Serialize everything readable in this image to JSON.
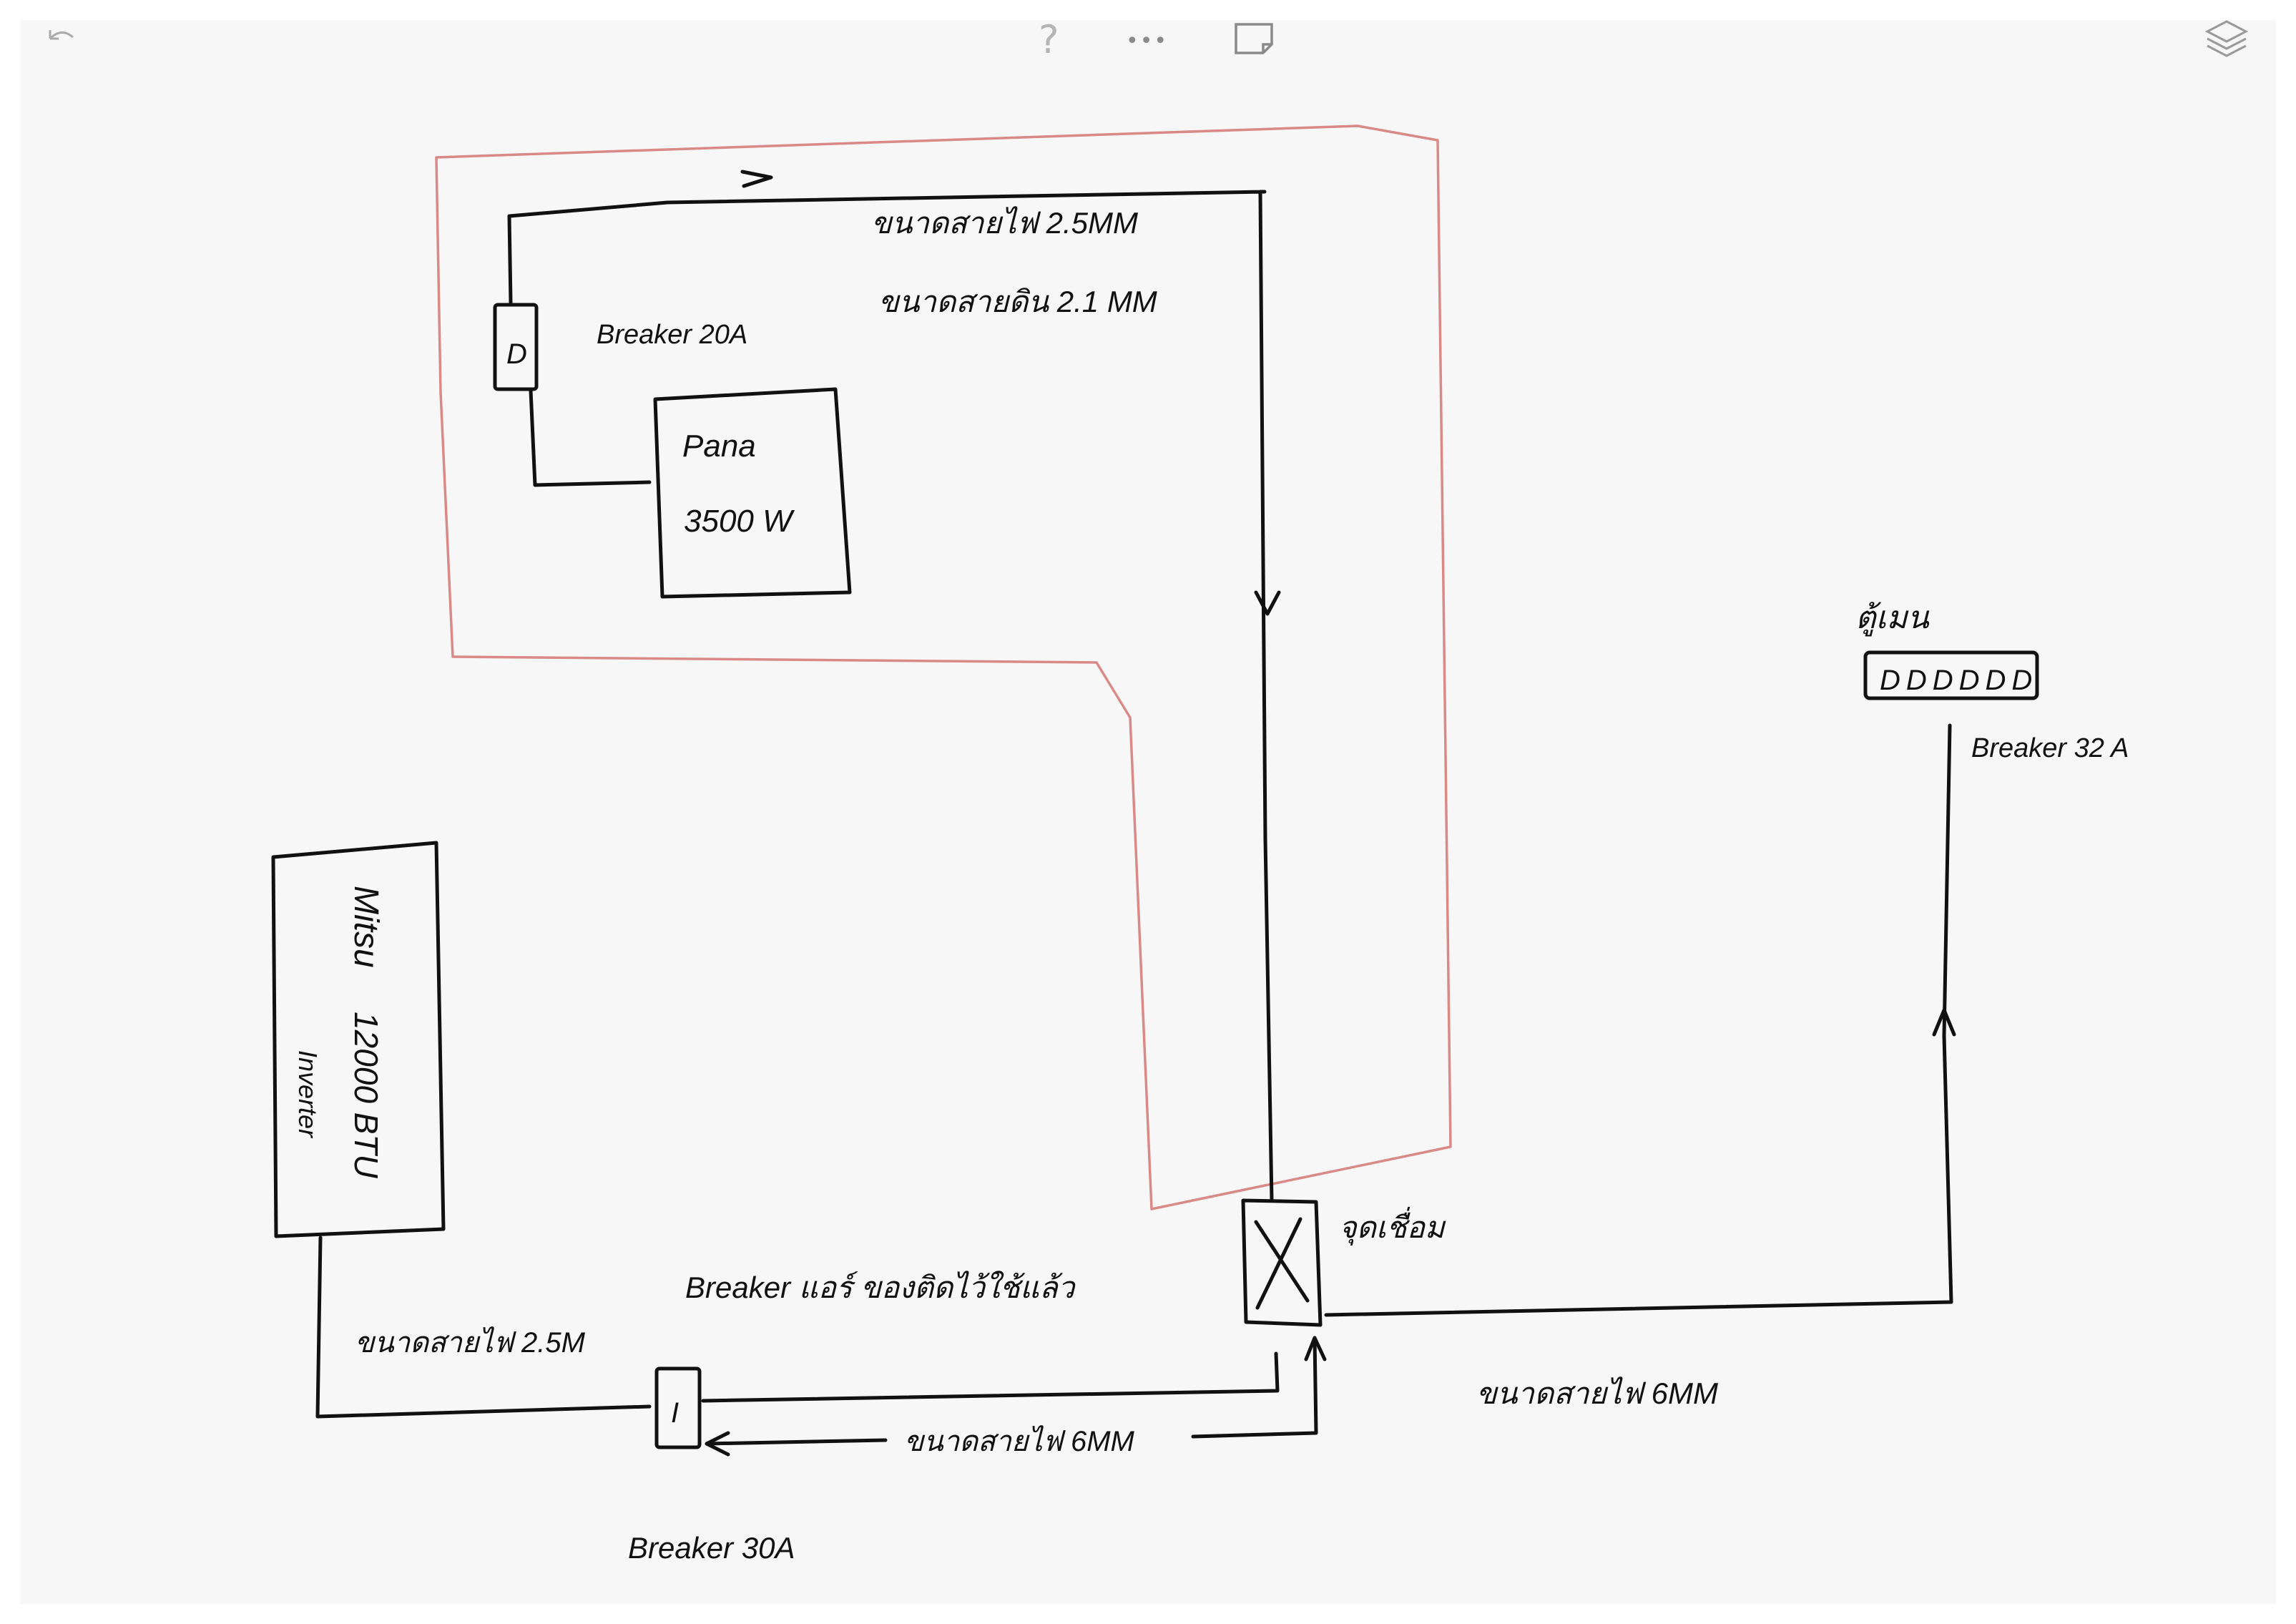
{
  "toolbar": {
    "undo_icon": "undo-arrow-icon",
    "help_glyph": "?",
    "more_glyph": "•••",
    "note_icon": "sticky-note-icon",
    "layers_icon": "layers-icon"
  },
  "colors": {
    "ink": "#111111",
    "highlight": "#d98a86",
    "paper": "#f7f7f7"
  },
  "labels": {
    "wire_size_top": "ขนาดสายไฟ 2.5MM",
    "ground_wire_size": "ขนาดสายดิน 2.1 MM",
    "breaker_top": "Breaker 20A",
    "breaker_top_mark": "D",
    "heater_brand": "Pana",
    "heater_power": "3500 W",
    "main_panel": "ตู้เมน",
    "main_panel_slots": "DDDDDD",
    "breaker_main": "Breaker 32 A",
    "ac_brand": "Mitsu",
    "ac_capacity": "12000 BTU",
    "ac_type": "Inverter",
    "junction_label": "จุดเชื่อม",
    "breaker_ac_note": "Breaker แอร์ ของติดไว้ใช้แล้ว",
    "wire_size_ac": "ขนาดสายไฟ 2.5M",
    "wire_size_6mm_bottom": "ขนาดสายไฟ 6MM",
    "wire_size_6mm_right": "ขนาดสายไฟ 6MM",
    "breaker_ac": "Breaker 30A",
    "breaker_ac_mark": "I"
  }
}
